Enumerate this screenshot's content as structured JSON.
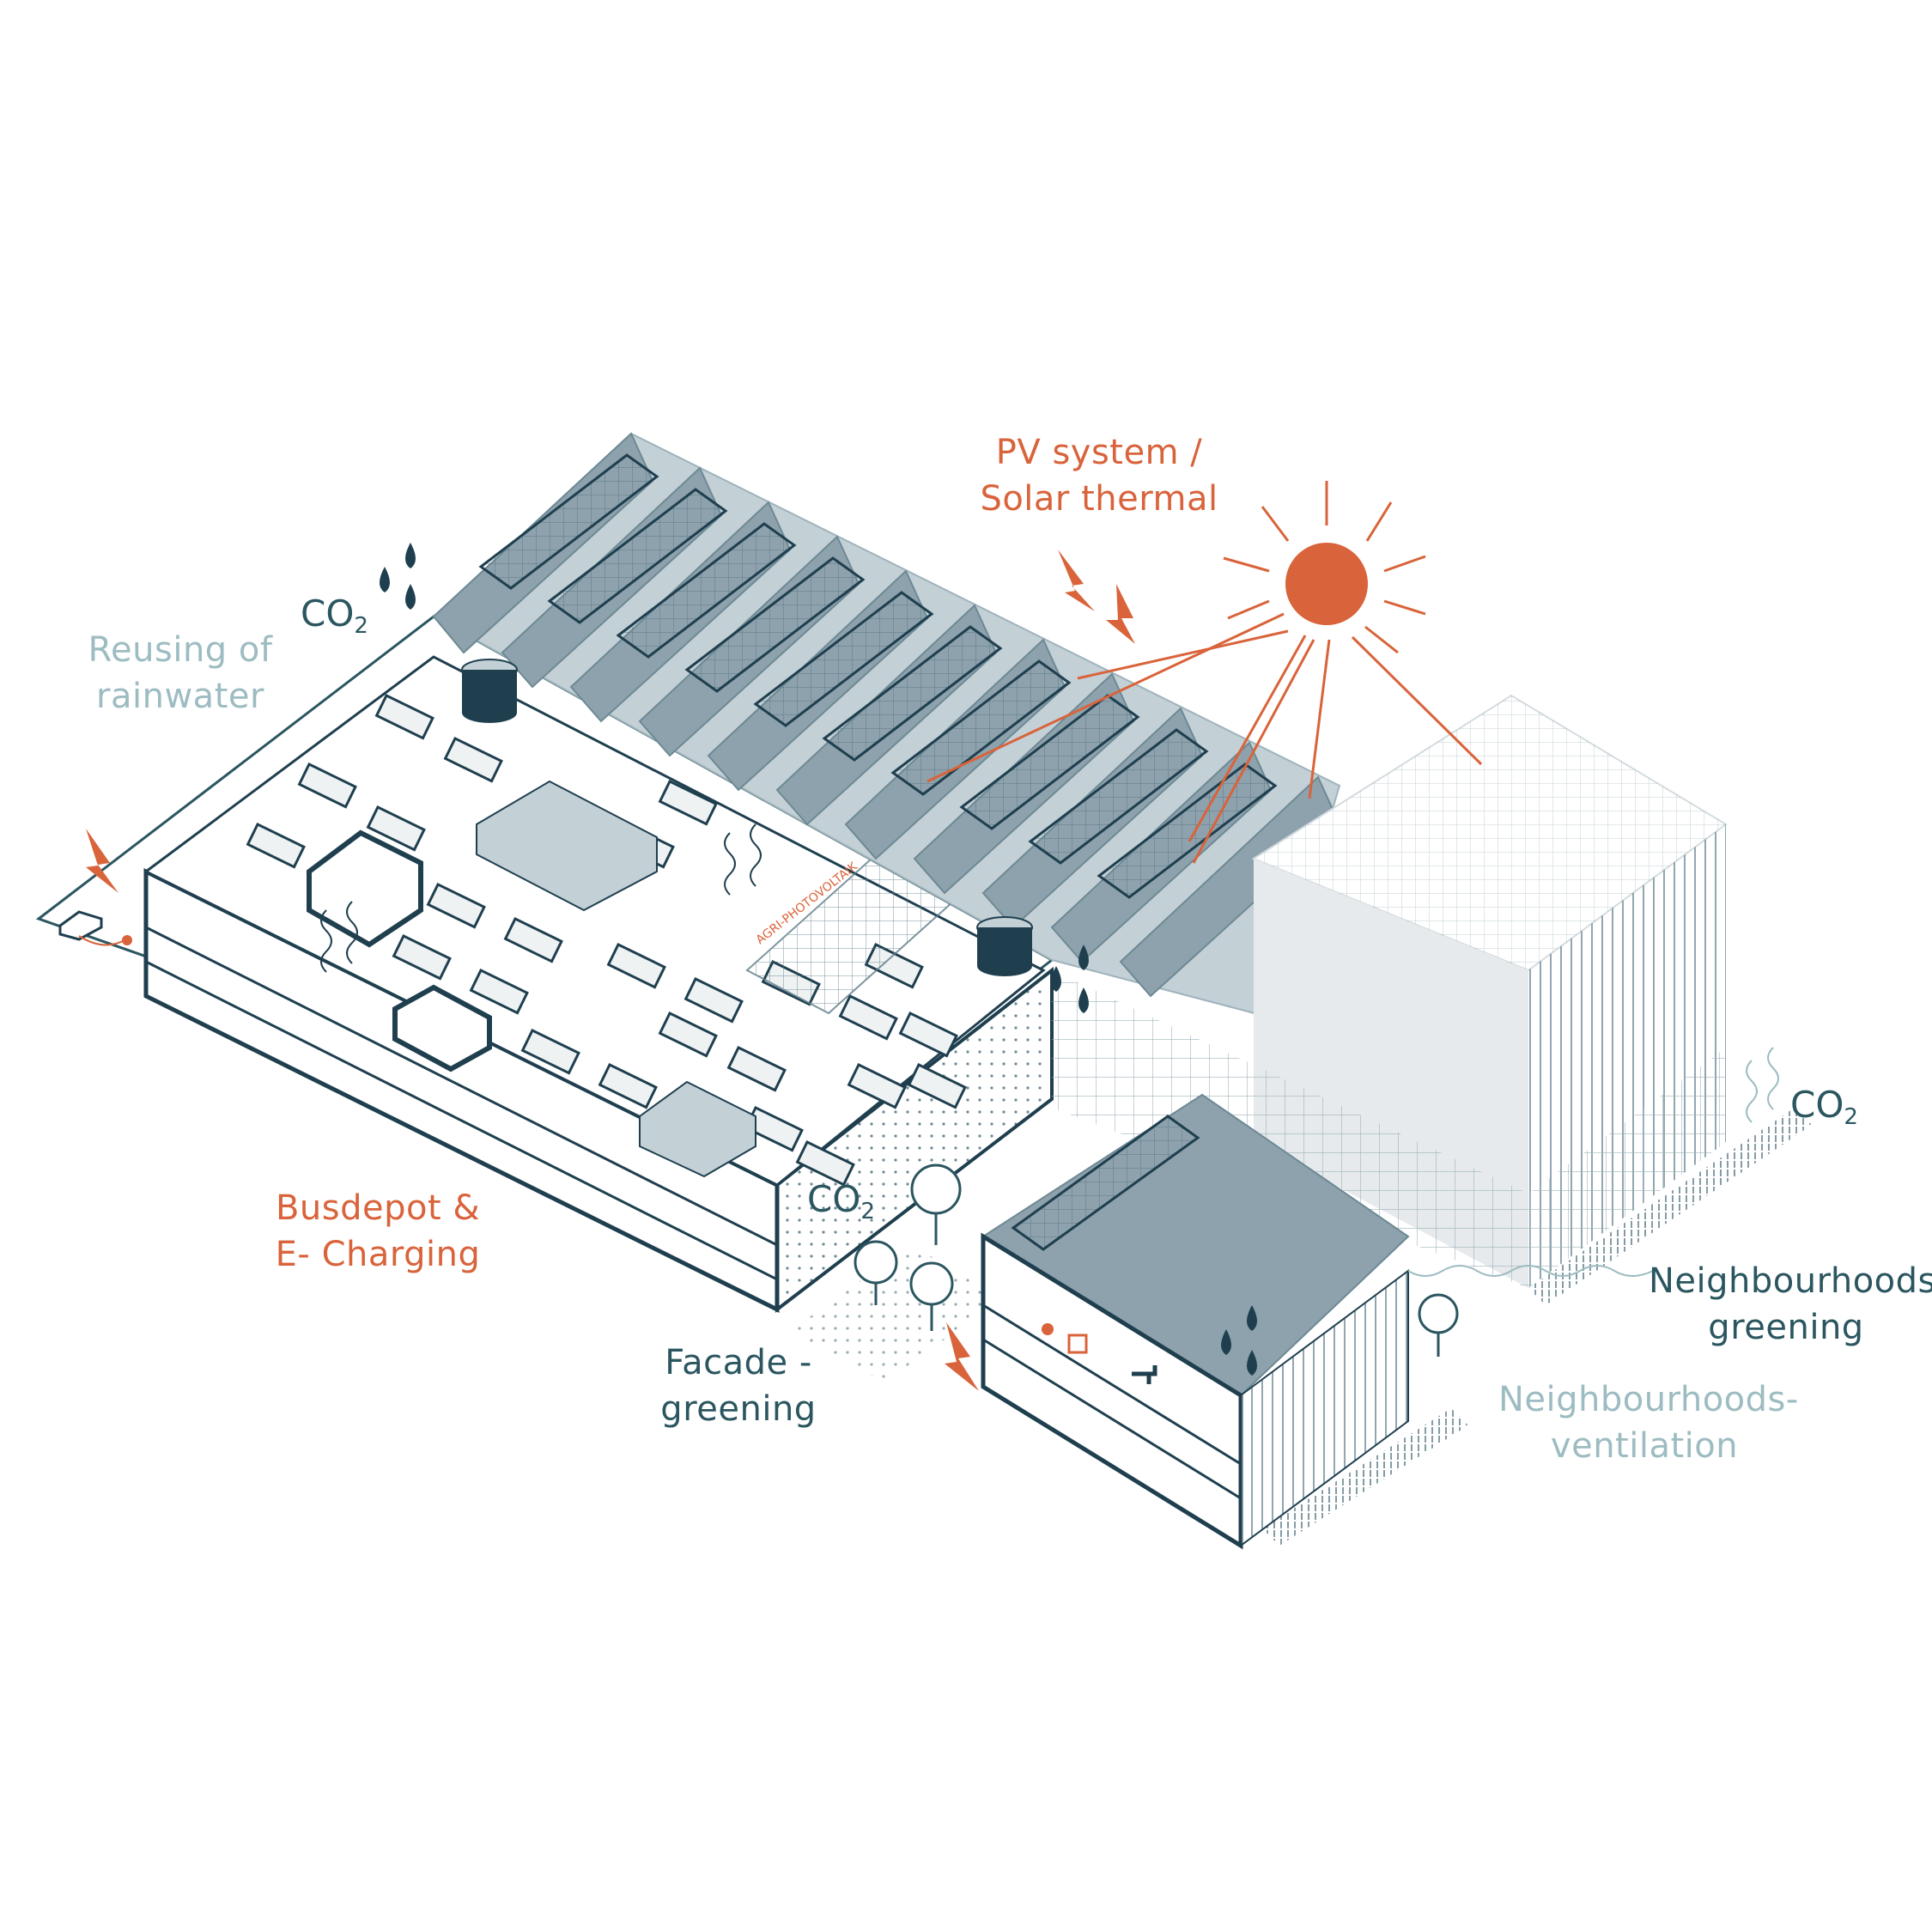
{
  "labels": {
    "pv": [
      "PV system /",
      "Solar thermal"
    ],
    "rainwater": [
      "Reusing of",
      "rainwater"
    ],
    "busdepot": [
      "Busdepot &",
      "E- Charging"
    ],
    "facade": [
      "Facade -",
      "greening"
    ],
    "greening": [
      "Neighbourhoods-",
      "greening"
    ],
    "ventilation": [
      "Neighbourhoods-",
      "ventilation"
    ],
    "co2_main": "CO",
    "co2_sub": "2",
    "agri": "AGRI-PHOTOVOLTAIK"
  },
  "colors": {
    "orange": "#d9633a",
    "dark_teal": "#1f3f4f",
    "teal_text": "#2b5660",
    "pale_teal": "#9dbcc1",
    "roof_grey": "#8ea2ad",
    "roof_light": "#c3d0d6",
    "light_grey": "#e6eaec"
  },
  "icons": [
    "sun-icon",
    "lightning-icon",
    "water-drop-icon",
    "water-tank-icon",
    "tree-icon",
    "car-icon",
    "plug-icon",
    "tap-icon",
    "socket-icon",
    "airflow-arrow-icon"
  ]
}
